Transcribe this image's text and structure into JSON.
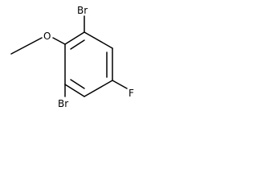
{
  "molecule": {
    "atoms": {
      "br_top": "Br",
      "br_bottom": "Br",
      "oxygen": "O",
      "fluorine": "F"
    }
  }
}
